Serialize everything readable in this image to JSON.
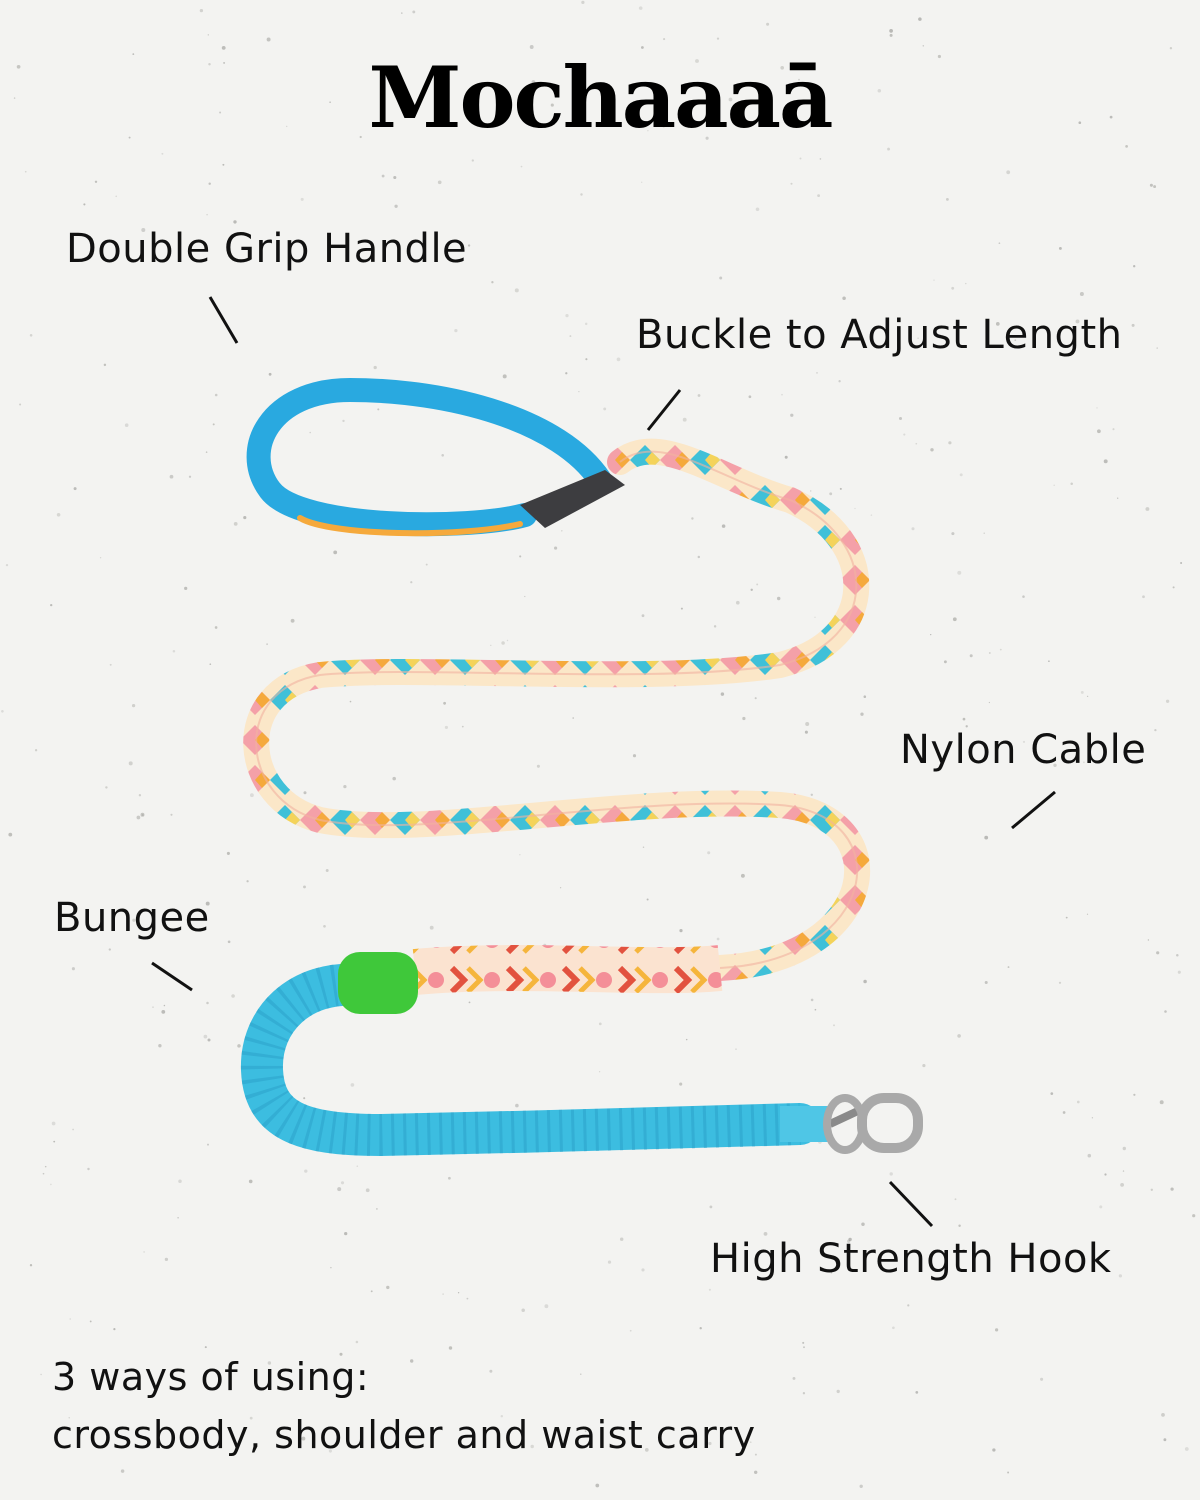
{
  "brand": "Mochaaaā",
  "callouts": {
    "handle": "Double Grip Handle",
    "buckle": "Buckle to Adjust Length",
    "nylon": "Nylon Cable",
    "bungee": "Bungee",
    "hook": "High Strength Hook"
  },
  "footer": {
    "line1": "3 ways of using:",
    "line2": "crossbody, shoulder and waist carry"
  },
  "colors": {
    "background": "#f3f3f1",
    "handle_blue": "#29a9e0",
    "bungee_blue": "#3cbde0",
    "stopper_green": "#3fc83a",
    "pattern_pink": "#f4a0a8",
    "pattern_orange": "#f5a93c",
    "pattern_cyan": "#3fc0d8",
    "pattern_yellow": "#f4d35a",
    "pattern_red": "#e2523f",
    "hook_metal": "#a9a9a9"
  }
}
